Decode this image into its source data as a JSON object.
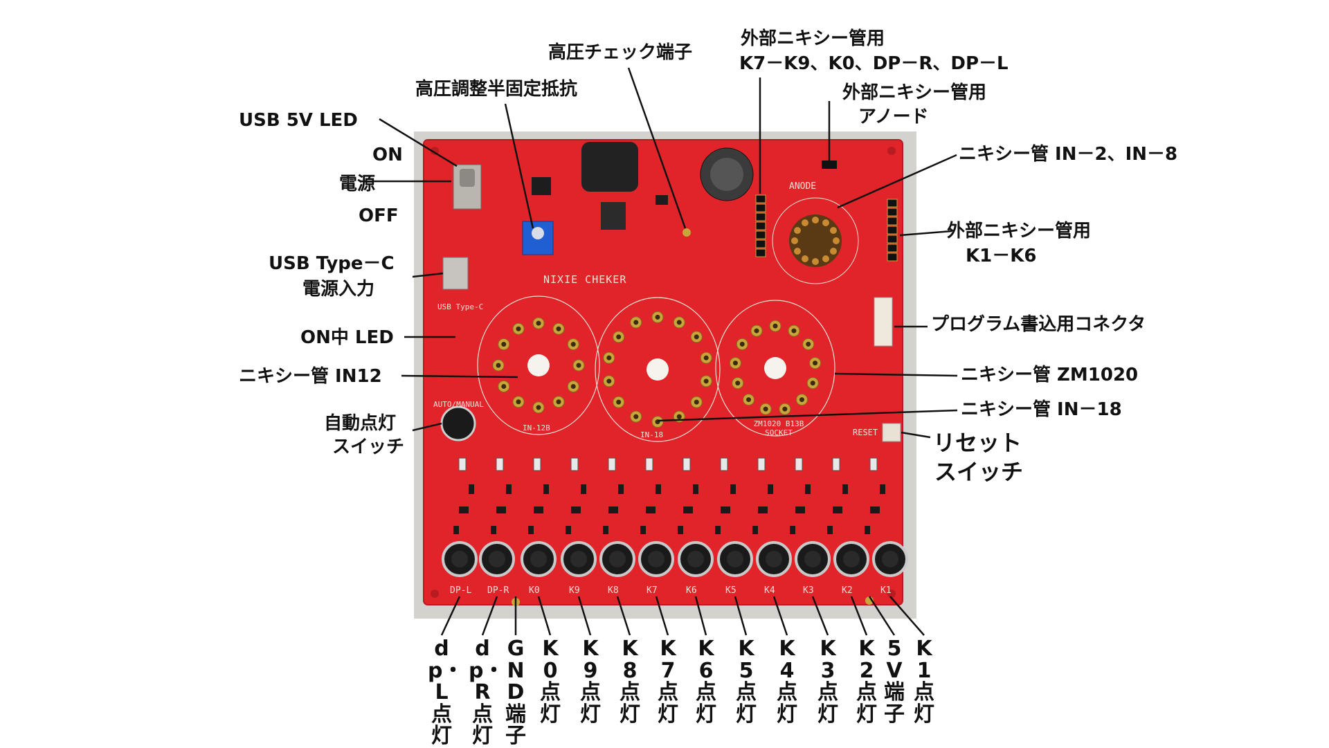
{
  "callouts": {
    "usb5v_led": "USB 5V LED",
    "on": "ON",
    "power": "電源",
    "off": "OFF",
    "usb_typec_1": "USB Type－C",
    "usb_typec_2": "電源入力",
    "on_led": "ON中 LED",
    "in12": "ニキシー管 IN12",
    "auto_1": "自動点灯",
    "auto_2": "スイッチ",
    "hv_trim": "高圧調整半固定抵抗",
    "hv_check": "高圧チェック端子",
    "ext_k7_1": "外部ニキシー管用",
    "ext_k7_2": "K7－K9、K0、DP－R、DP－L",
    "ext_anode_1": "外部ニキシー管用",
    "ext_anode_2": "アノード",
    "in2_in8": "ニキシー管 IN－2、IN－8",
    "ext_k1_1": "外部ニキシー管用",
    "ext_k1_2": "K1－K6",
    "prog_conn": "プログラム書込用コネクタ",
    "zm1020": "ニキシー管 ZM1020",
    "in18": "ニキシー管 IN－18",
    "reset_1": "リセット",
    "reset_2": "スイッチ"
  },
  "bottom_labels": [
    "dp・L点灯",
    "dp・R点灯",
    "GND端子",
    "K0点灯",
    "K9点灯",
    "K8点灯",
    "K7点灯",
    "K6点灯",
    "K5点灯",
    "K4点灯",
    "K3点灯",
    "K2点灯",
    "5V端子",
    "K1点灯"
  ],
  "board": {
    "silk_title": "NIXIE CHEKER",
    "silk_anode": "ANODE",
    "silk_reset": "RESET",
    "silk_auto": "AUTO/MANUAL",
    "silk_in12": "IN-12B",
    "silk_in18": "IN-18",
    "silk_zm": "ZM1020 B13B SOCKET",
    "silk_typec": "USB Type-C",
    "button_labels": [
      "DP-L",
      "DP-R",
      "K0",
      "K9",
      "K8",
      "K7",
      "K6",
      "K5",
      "K4",
      "K3",
      "K2",
      "K1"
    ]
  },
  "colors": {
    "pcb": "#e0242a",
    "silk": "#f1e3d6",
    "pad": "#c9a53a"
  }
}
